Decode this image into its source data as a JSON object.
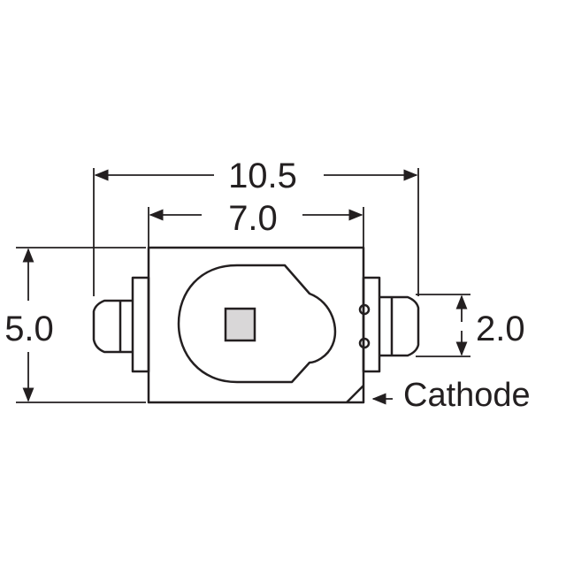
{
  "diagram": {
    "dimensions": {
      "overall_width": "10.5",
      "body_width": "7.0",
      "height": "5.0",
      "lead_height": "2.0"
    },
    "callout": {
      "cathode_label": "Cathode"
    }
  }
}
